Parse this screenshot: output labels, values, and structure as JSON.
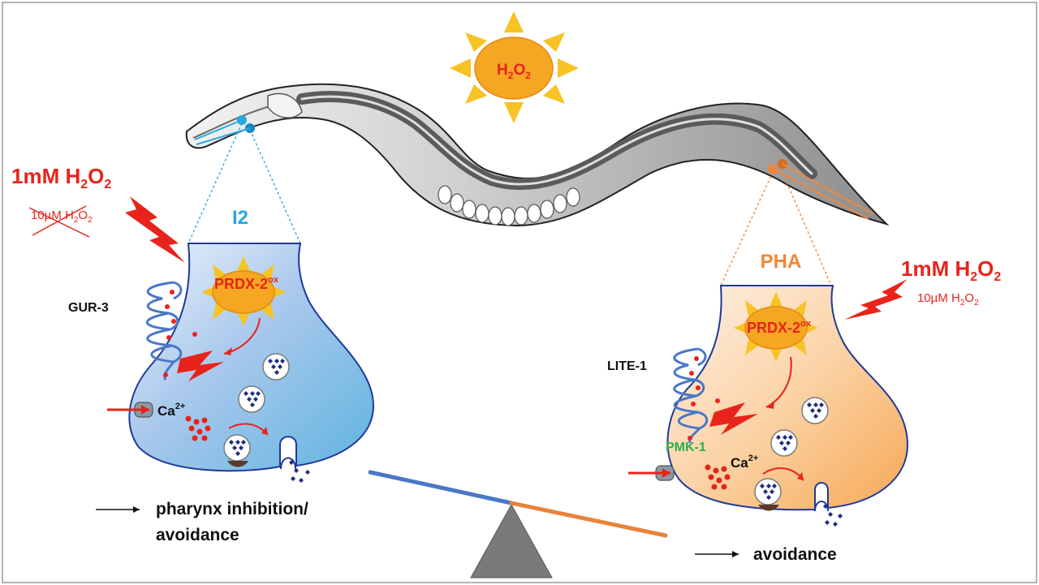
{
  "sun": {
    "label_main": "H",
    "label_sub1": "2",
    "label_mid": "O",
    "label_sub2": "2"
  },
  "left": {
    "neuron_name": "I2",
    "dose_high_main": "1mM H",
    "dose_high_sub1": "2",
    "dose_high_mid": "O",
    "dose_high_sub2": "2",
    "dose_low_main": "10µM H",
    "dose_low_sub1": "2",
    "dose_low_mid": "O",
    "dose_low_sub2": "2",
    "prdx_label": "PRDX-2",
    "prdx_sup": "ox",
    "receptor": "GUR-3",
    "ca_label": "Ca",
    "ca_sup": "2+",
    "outcome_line1": "pharynx inhibition/",
    "outcome_line2": "avoidance"
  },
  "right": {
    "neuron_name": "PHA",
    "dose_high_main": "1mM H",
    "dose_high_sub1": "2",
    "dose_high_mid": "O",
    "dose_high_sub2": "2",
    "dose_low_main": "10µM H",
    "dose_low_sub1": "2",
    "dose_low_mid": "O",
    "dose_low_sub2": "2",
    "prdx_label": "PRDX-2",
    "prdx_sup": "ox",
    "receptor": "LITE-1",
    "kinase": "PMK-1",
    "ca_label": "Ca",
    "ca_sup": "2+",
    "outcome": "avoidance"
  },
  "colors": {
    "red": "#e8231b",
    "sun_orange": "#f5a623",
    "sun_yellow": "#f7c325",
    "i2_blue": "#29a8e0",
    "pha_orange": "#f0873a",
    "pmk_green": "#2eae4a",
    "vesicle_blue": "#1f2c80",
    "seesaw_blue": "#4a78c8",
    "seesaw_orange": "#e8833a"
  }
}
